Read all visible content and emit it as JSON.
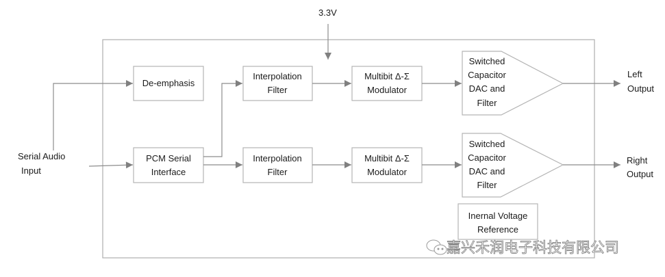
{
  "diagram": {
    "supply_label": "3.3V",
    "input_label": [
      "Serial Audio",
      "Input"
    ],
    "blocks": {
      "de_emphasis": [
        "De-emphasis"
      ],
      "pcm_serial_interface": [
        "PCM Serial",
        "Interface"
      ],
      "interp_top": [
        "Interpolation",
        "Filter"
      ],
      "interp_bottom": [
        "Interpolation",
        "Filter"
      ],
      "mod_top": [
        "Multibit Δ-Σ",
        "Modulator"
      ],
      "mod_bottom": [
        "Multibit Δ-Σ",
        "Modulator"
      ],
      "dac_top": [
        "Switched",
        "Capacitor",
        "DAC and",
        "Filter"
      ],
      "dac_bottom": [
        "Switched",
        "Capacitor",
        "DAC and",
        "Filter"
      ],
      "vref": [
        "Inernal Voltage",
        "Reference"
      ]
    },
    "outputs": {
      "left": [
        "Left",
        "Output"
      ],
      "right": [
        "Right",
        "Output"
      ]
    },
    "watermark": {
      "icon": "wechat-icon",
      "text": "嘉兴禾润电子科技有限公司"
    },
    "colors": {
      "line": "#8c8c8c",
      "box": "#b4b4b4",
      "arrow": "#808080",
      "text": "#1a1a1a"
    }
  }
}
